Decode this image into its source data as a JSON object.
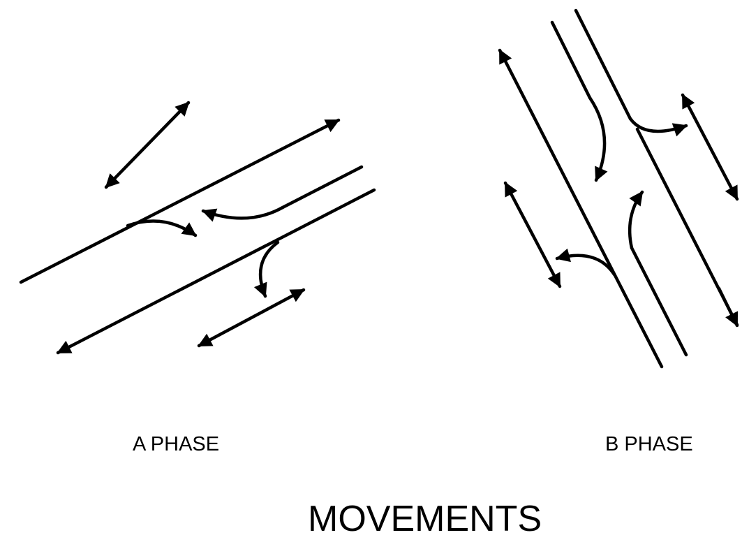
{
  "title": "MOVEMENTS",
  "colors": {
    "stroke": "#000000",
    "background": "#ffffff"
  },
  "phases": [
    {
      "label": "A PHASE"
    },
    {
      "label": "B PHASE"
    }
  ]
}
